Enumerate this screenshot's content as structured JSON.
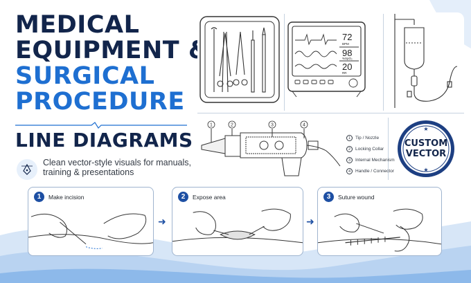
{
  "title": {
    "line1": "MEDICAL",
    "line2": "EQUIPMENT &",
    "line3": "SURGICAL",
    "line4": "PROCEDURE",
    "line5": "LINE DIAGRAMS"
  },
  "tagline": "Clean vector-style visuals for manuals, training & presentations",
  "monitor": {
    "value1": "72",
    "unit1": "BPM",
    "value2": "98",
    "unit2": "%SpO₂",
    "value3": "20",
    "unit3": "RR"
  },
  "callouts": [
    "1",
    "2",
    "3",
    "4"
  ],
  "legend": [
    {
      "num": "1",
      "label": "Tip / Nozzle"
    },
    {
      "num": "2",
      "label": "Locking Collar"
    },
    {
      "num": "3",
      "label": "Internal Mechanism"
    },
    {
      "num": "4",
      "label": "Handle / Connector"
    }
  ],
  "badge": {
    "line1": "CUSTOM",
    "line2": "VECTOR"
  },
  "steps": [
    {
      "num": "1",
      "label": "Make incision"
    },
    {
      "num": "2",
      "label": "Expose area"
    },
    {
      "num": "3",
      "label": "Suture wound"
    }
  ],
  "colors": {
    "navy": "#12254b",
    "blue": "#1e6fd1",
    "accent": "#1d4fa3"
  }
}
